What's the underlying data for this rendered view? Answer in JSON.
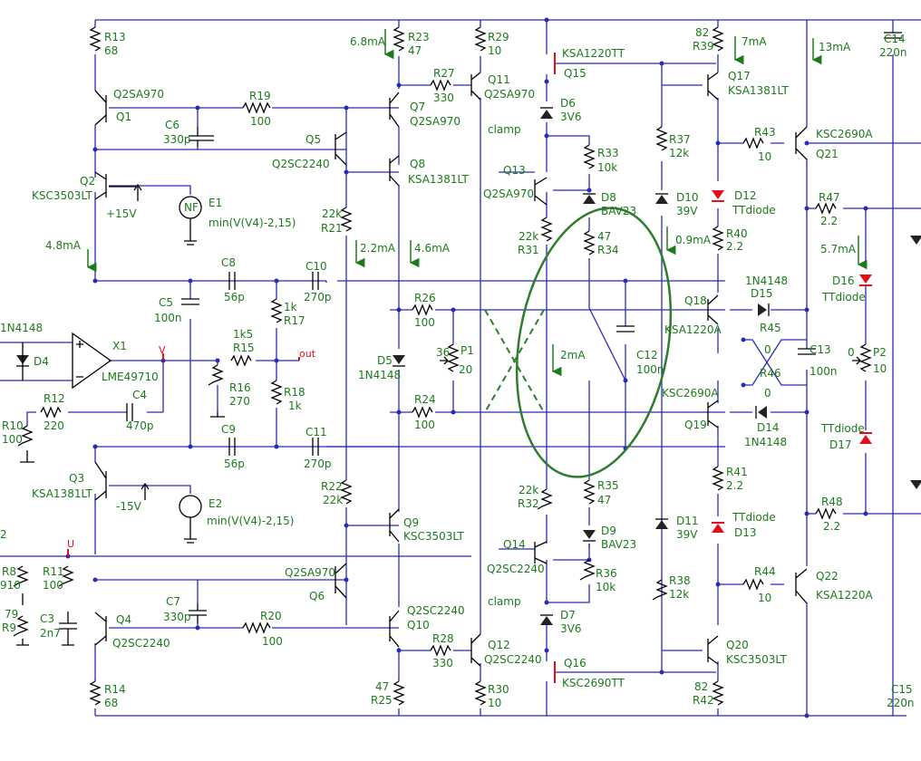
{
  "labels": {
    "R13": "R13",
    "R13v": "68",
    "Q1n": "Q2SA970",
    "Q1": "Q1",
    "R19": "R19",
    "R19v": "100",
    "C6": "C6",
    "C6v": "330p",
    "Q5": "Q5",
    "Q5n": "Q2SC2240",
    "Q2": "Q2",
    "Q2n": "KSC3503LT",
    "p15": "+15V",
    "E1": "E1",
    "NF": "NF",
    "E1expr": "min(V(V4)-2,15)",
    "i48": "4.8mA",
    "R23": "R23",
    "R23v": "47",
    "i68": "6.8mA",
    "R27": "R27",
    "R27v": "330",
    "Q7": "Q7",
    "Q7n": "Q2SA970",
    "Q8": "Q8",
    "Q8n": "KSA1381LT",
    "R21": "R21",
    "R21v": "22k",
    "i22": "2.2mA",
    "i46": "4.6mA",
    "R29": "R29",
    "R29v": "10",
    "Q11": "Q11",
    "Q11n": "Q2SA970",
    "clamp1": "clamp",
    "clamp2": "clamp",
    "Q13": "Q13",
    "Q13n": "Q2SA970",
    "Q15n": "KSA1220TT",
    "Q15": "Q15",
    "D6": "D6",
    "D6v": "3V6",
    "R33": "R33",
    "R33v": "10k",
    "D8": "D8",
    "D8n": "BAV23",
    "R31v": "22k",
    "R31": "R31",
    "R34v": "47",
    "R34": "R34",
    "R37": "R37",
    "R37v": "12k",
    "D10": "D10",
    "D10v": "39V",
    "i09": "0.9mA",
    "R39v": "82",
    "R39": "R39",
    "i7": "7mA",
    "Q17": "Q17",
    "Q17n": "KSA1381LT",
    "R43": "R43",
    "R43v": "10",
    "Q21n": "KSC2690A",
    "Q21": "Q21",
    "i13": "13mA",
    "C14": "C14",
    "C14v": "220n",
    "D12": "D12",
    "D12n": "TTdiode",
    "R40": "R40",
    "R40v": "2.2",
    "R47": "R47",
    "R47v": "2.2",
    "i57": "5.7mA",
    "D16": "D16",
    "D16n": "TTdiode",
    "D15n": "1N4148",
    "D15": "D15",
    "Q18": "Q18",
    "Q18n": "KSA1220A",
    "R45": "R45",
    "R45v": "0",
    "C13": "C13",
    "C13v": "100n",
    "P2v": "0",
    "P2": "P2",
    "P2r": "10",
    "R46": "R46",
    "R46v": "0",
    "Q19n": "KSC2690A",
    "Q19": "Q19",
    "D14": "D14",
    "D14n": "1N4148",
    "D17n": "TTdiode",
    "D17": "D17",
    "D4": "D4",
    "D4n": "1N4148",
    "X1": "X1",
    "X1n": "LME49710",
    "V": "V",
    "C8": "C8",
    "C8v": "56p",
    "C10": "C10",
    "C10v": "270p",
    "C5": "C5",
    "C5v": "100n",
    "R15v": "1k5",
    "R15": "R15",
    "R17v": "1k",
    "R17": "R17",
    "out": "out",
    "R16": "R16",
    "R16v": "270",
    "R18": "R18",
    "R18v": "1k",
    "C4": "C4",
    "C4v": "470p",
    "R12": "R12",
    "R12v": "220",
    "R10": "R10",
    "R10v": "100",
    "C9": "C9",
    "C9v": "56p",
    "C11": "C11",
    "C11v": "270p",
    "R26": "R26",
    "R26v": "100",
    "P1v": "36",
    "P1": "P1",
    "P1r": "20",
    "R24": "R24",
    "R24v": "100",
    "D5": "D5",
    "D5n": "1N4148",
    "i2": "2mA",
    "C12": "C12",
    "C12v": "100n",
    "Q3": "Q3",
    "Q3n": "KSA1381LT",
    "m15": "-15V",
    "E2": "E2",
    "E2expr": "min(V(V4)-2,15)",
    "R22": "R22",
    "R22v": "22k",
    "Q9": "Q9",
    "Q9n": "KSC3503LT",
    "R32v": "22k",
    "R32": "R32",
    "R35": "R35",
    "R35v": "47",
    "D9": "D9",
    "D9n": "BAV23",
    "D11": "D11",
    "D11v": "39V",
    "R41": "R41",
    "R41v": "2.2",
    "D13n": "TTdiode",
    "D13": "D13",
    "R48": "R48",
    "R48v": "2.2",
    "U": "U",
    "two": "2",
    "R8": "R8",
    "R8v": "910",
    "R11": "R11",
    "R11v": "100",
    "R9v": "79",
    "R9": "R9",
    "C3": "C3",
    "C3v": "2n7",
    "C7": "C7",
    "C7v": "330p",
    "R20": "R20",
    "R20v": "100",
    "Q4": "Q4",
    "Q4n": "Q2SC2240",
    "Q6n": "Q2SA970",
    "Q6": "Q6",
    "Q10n": "Q2SC2240",
    "Q10": "Q10",
    "Q14": "Q14",
    "Q14n": "Q2SC2240",
    "R36": "R36",
    "R36v": "10k",
    "D7": "D7",
    "D7v": "3V6",
    "R38": "R38",
    "R38v": "12k",
    "R28": "R28",
    "R28v": "330",
    "Q12": "Q12",
    "Q12n": "Q2SC2240",
    "Q16": "Q16",
    "Q16n": "KSC2690TT",
    "Q20": "Q20",
    "Q20n": "KSC3503LT",
    "R44": "R44",
    "R44v": "10",
    "Q22": "Q22",
    "Q22n": "KSA1220A",
    "R42v": "82",
    "R42": "R42",
    "R14": "R14",
    "R14v": "68",
    "R25v": "47",
    "R25": "R25",
    "R30": "R30",
    "R30v": "10",
    "C15": "C15",
    "C15v": "220n"
  },
  "colors": {
    "wire": "#2a2ab8",
    "label": "#1c7a1c",
    "highlight": "#e0101a",
    "ellipse": "#2e7d2e"
  }
}
